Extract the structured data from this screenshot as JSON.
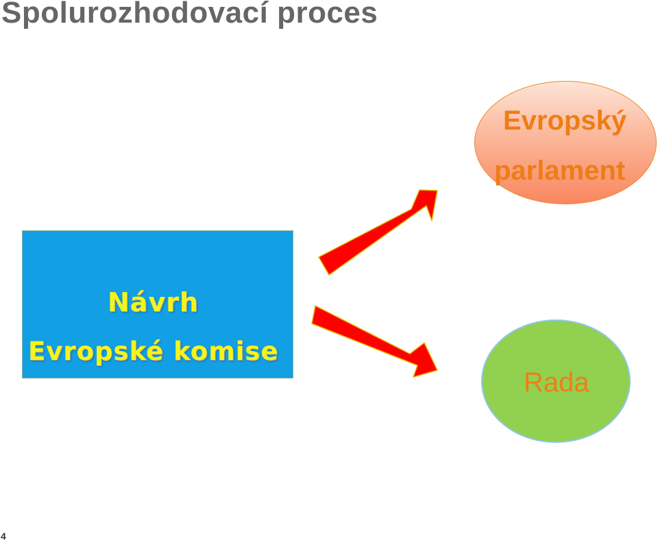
{
  "slide": {
    "title": "Spolurozhodovací proces",
    "page_number": "4"
  },
  "proposal": {
    "line1": "Návrh",
    "line2": "Evropské komise"
  },
  "parliament": {
    "line1": "Evropský",
    "line2": "parlament"
  },
  "council": {
    "label": "Rada"
  },
  "colors": {
    "title": "#666666",
    "proposal_box": "#129fe4",
    "proposal_text": "#f5f51a",
    "parliament_text": "#ee7d16",
    "parliament_border": "#e98a2c",
    "council_fill": "#92d050",
    "council_border": "#8ec8e8",
    "council_text": "#f07d17",
    "arrow_fill": "#ff0000",
    "arrow_border": "#e6b800"
  },
  "arrows": [
    {
      "name": "arrow-to-parliament",
      "from": "proposal",
      "to": "parliament"
    },
    {
      "name": "arrow-to-council",
      "from": "proposal",
      "to": "council"
    }
  ]
}
